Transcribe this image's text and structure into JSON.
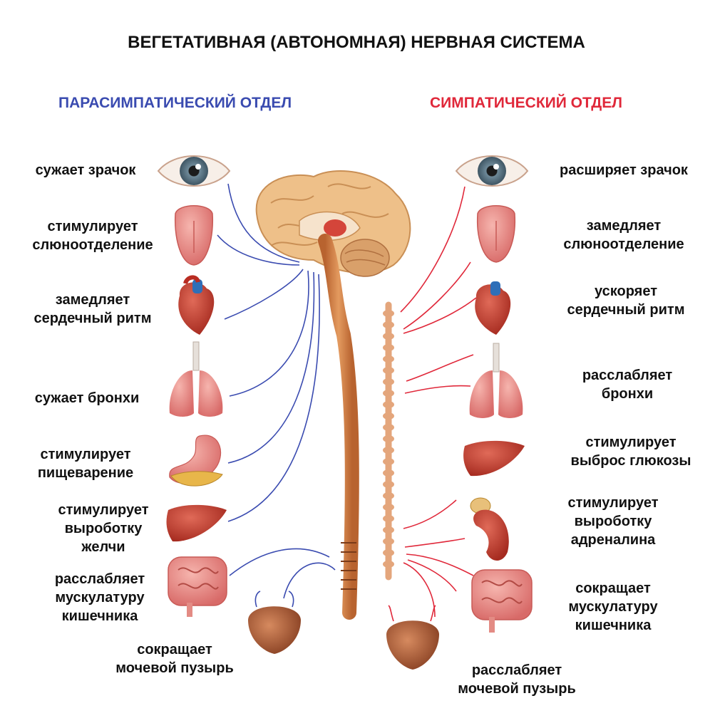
{
  "title": "ВЕГЕТАТИВНАЯ (АВТОНОМНАЯ) НЕРВНАЯ СИСТЕМА",
  "colors": {
    "parasympathetic": "#3a4bb0",
    "sympathetic": "#e0283a"
  },
  "parasympathetic": {
    "heading": "ПАРАСИМПАТИЧЕСКИЙ ОТДЕЛ",
    "effects": [
      {
        "organ": "eye-icon",
        "lines": [
          "сужает  зрачок"
        ]
      },
      {
        "organ": "tongue-icon",
        "lines": [
          "стимулирует",
          "слюноотделение"
        ]
      },
      {
        "organ": "heart-icon",
        "lines": [
          "замедляет",
          "сердечный ритм"
        ]
      },
      {
        "organ": "lungs-icon",
        "lines": [
          "сужает  бронхи"
        ]
      },
      {
        "organ": "stomach-icon",
        "lines": [
          "стимулирует",
          "пищеварение"
        ]
      },
      {
        "organ": "liver-icon",
        "lines": [
          "стимулирует",
          "выроботку",
          "желчи"
        ]
      },
      {
        "organ": "intestine-icon",
        "lines": [
          "расслабляет",
          "мускулатуру",
          "кишечника"
        ]
      },
      {
        "organ": "bladder-icon",
        "lines": [
          "сокращает",
          "мочевой пузырь"
        ]
      }
    ]
  },
  "sympathetic": {
    "heading": "СИМПАТИЧЕСКИЙ ОТДЕЛ",
    "effects": [
      {
        "organ": "eye-icon",
        "lines": [
          "расширяет зрачок"
        ]
      },
      {
        "organ": "tongue-icon",
        "lines": [
          "замедляет",
          "слюноотделение"
        ]
      },
      {
        "organ": "heart-icon",
        "lines": [
          "ускоряет",
          "сердечный ритм"
        ]
      },
      {
        "organ": "lungs-icon",
        "lines": [
          "расслабляет",
          "бронхи"
        ]
      },
      {
        "organ": "liver-icon",
        "lines": [
          "стимулирует",
          "выброс глюкозы"
        ]
      },
      {
        "organ": "kidney-icon",
        "lines": [
          "стимулирует",
          "выроботку",
          "адреналина"
        ]
      },
      {
        "organ": "intestine-icon",
        "lines": [
          "сокращает",
          "мускулатуру",
          "кишечника"
        ]
      },
      {
        "organ": "bladder-icon",
        "lines": [
          "расслабляет",
          "мочевой пузырь"
        ]
      }
    ]
  }
}
